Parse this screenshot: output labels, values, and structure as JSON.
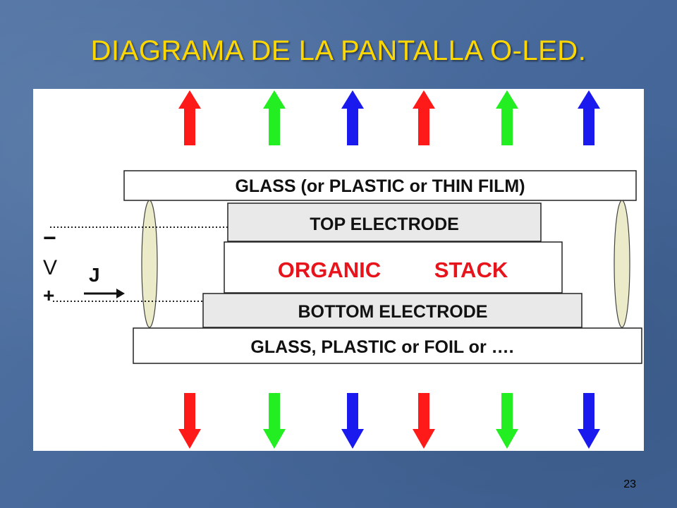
{
  "slide": {
    "title": "DIAGRAMA DE LA PANTALLA O-LED.",
    "page_number": "23"
  },
  "diagram": {
    "layers": {
      "top_glass": "GLASS (or PLASTIC or THIN FILM)",
      "top_electrode": "TOP ELECTRODE",
      "organic_word1": "ORGANIC",
      "organic_word2": "STACK",
      "bottom_electrode": "BOTTOM ELECTRODE",
      "bottom_glass": "GLASS, PLASTIC or FOIL or …."
    },
    "circuit": {
      "minus": "−",
      "voltage": "V",
      "current": "J",
      "plus": "+"
    },
    "arrow_colors": [
      "#ff1a1a",
      "#22ee22",
      "#1a1aee",
      "#ff1a1a",
      "#22ee22",
      "#1a1aee"
    ],
    "colors": {
      "title": "#ffd700",
      "organic_text": "#e8141c",
      "layer_text": "#111111",
      "electrode_fill": "#e9e9e9",
      "seal_fill": "#ecebc9"
    }
  }
}
